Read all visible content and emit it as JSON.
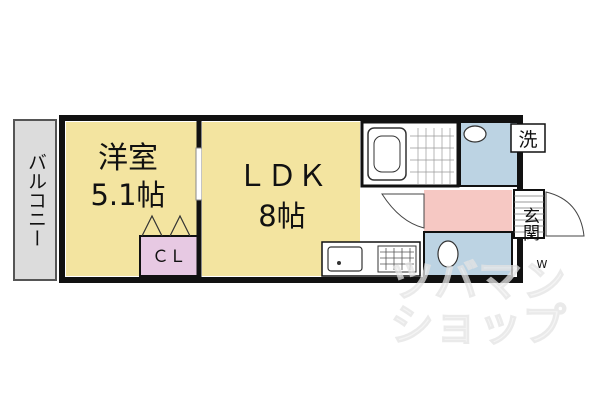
{
  "floorplan": {
    "rooms": {
      "western": {
        "name": "洋室",
        "size": "5.1帖"
      },
      "ldk": {
        "name": "ＬＤＫ",
        "size": "8帖"
      },
      "closet": {
        "label": "ＣＬ"
      },
      "laundry": {
        "label": "洗"
      },
      "entrance": {
        "label": "玄関"
      },
      "balcony": {
        "label": "バルコニー"
      },
      "wash_mark": {
        "label": "W"
      }
    },
    "colors": {
      "western": "#f3e4a0",
      "ldk": "#f3e4a0",
      "closet": "#e7c9e3",
      "bath": "#bcd3e3",
      "hall": "#f6c8c3",
      "balcony": "#dcdcdc",
      "wall": "#111111"
    },
    "watermark": {
      "line1": "ツバマン",
      "line2": "ショップ"
    }
  }
}
